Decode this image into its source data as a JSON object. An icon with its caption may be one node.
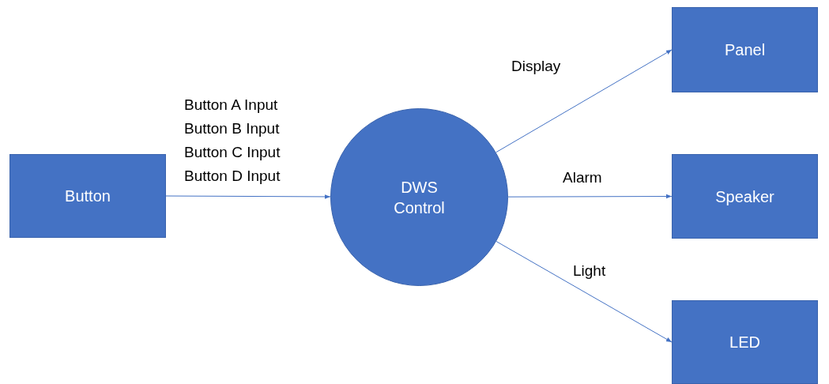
{
  "diagram": {
    "nodes": [
      {
        "text": [
          "Button"
        ]
      },
      {
        "text": [
          "DWS Control"
        ]
      },
      {
        "text": [
          "Panel"
        ]
      },
      {
        "text": [
          "Speaker"
        ]
      },
      {
        "text": [
          "LED"
        ]
      }
    ],
    "edges": [
      {
        "from": 0,
        "to": 1,
        "arrow": "to",
        "label": "Button A Input Button B Input Button C Input Button D Input"
      },
      {
        "from": 1,
        "to": 2,
        "arrow": "to",
        "label": "Display"
      },
      {
        "from": 1,
        "to": 3,
        "arrow": "to",
        "label": "Alarm"
      },
      {
        "from": 1,
        "to": 4,
        "arrow": "to",
        "label": "Light"
      }
    ]
  }
}
